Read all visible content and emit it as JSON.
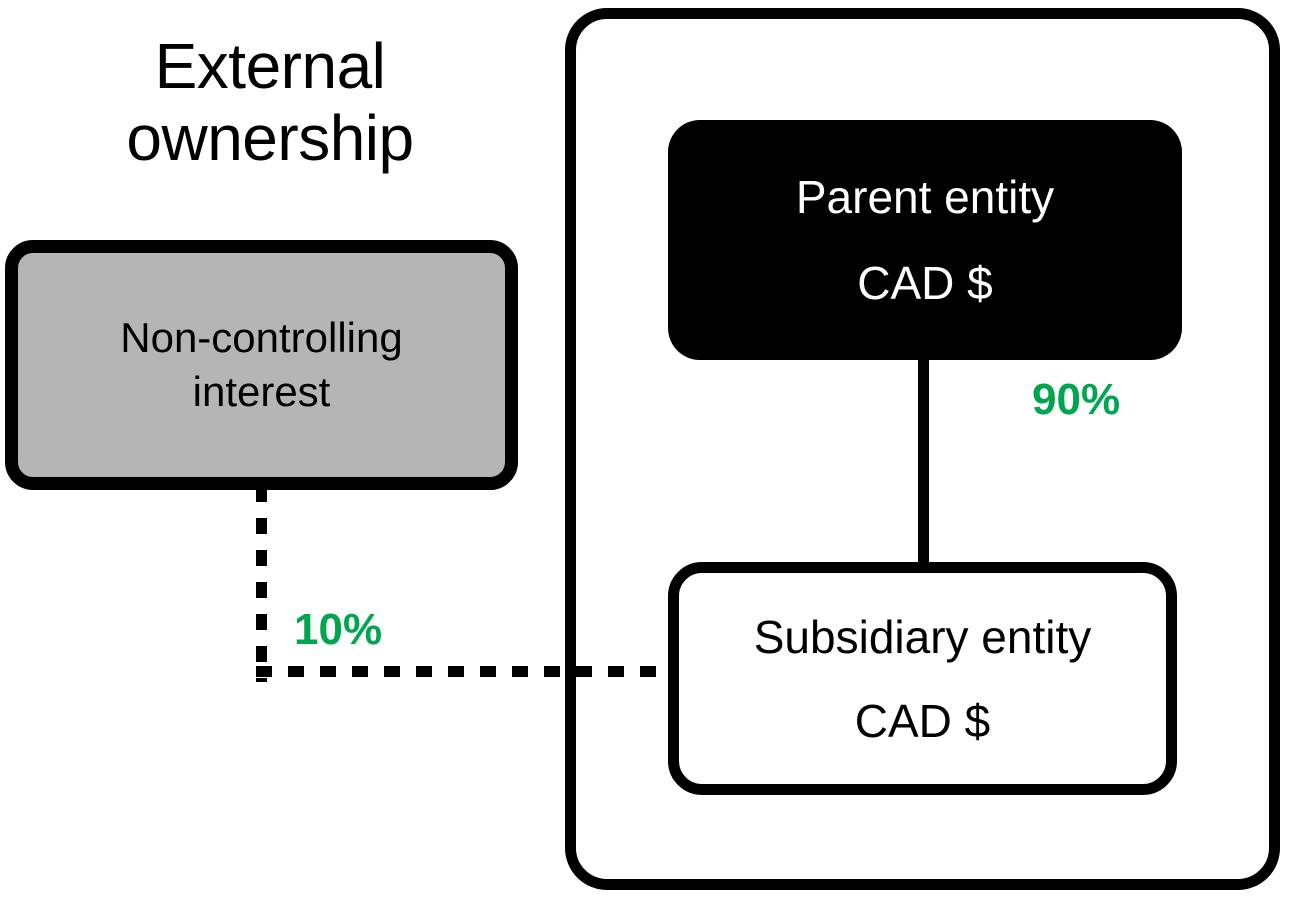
{
  "diagram": {
    "title_lines": [
      "External",
      "ownership"
    ],
    "colors": {
      "accent_green": "#00A550",
      "nci_fill": "#b5b5b5",
      "parent_fill": "#000000",
      "subsidiary_fill": "#ffffff",
      "stroke": "#000000"
    },
    "group_container": {
      "name": "consolidated-group"
    },
    "nodes": {
      "parent": {
        "line1": "Parent entity",
        "line2": "CAD $"
      },
      "subsidiary": {
        "line1": "Subsidiary entity",
        "line2": "CAD $"
      },
      "non_controlling_interest": {
        "line1": "Non-controlling",
        "line2": "interest"
      }
    },
    "edges": {
      "parent_to_subsidiary": {
        "label": "90%",
        "style": "solid"
      },
      "nci_to_subsidiary": {
        "label": "10%",
        "style": "dotted"
      }
    }
  }
}
